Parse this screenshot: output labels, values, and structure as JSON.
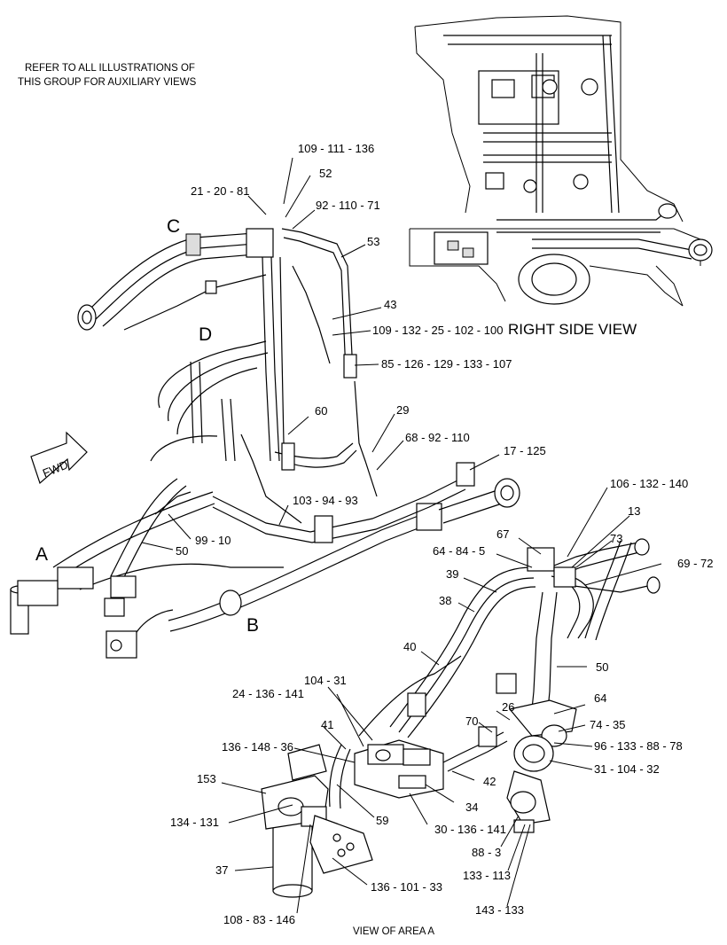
{
  "notes": {
    "refer_line1": "REFER TO ALL ILLUSTRATIONS OF",
    "refer_line2": "THIS GROUP FOR AUXILIARY VIEWS"
  },
  "views": {
    "right_side": "RIGHT SIDE VIEW",
    "area_a": "VIEW OF AREA A",
    "fwd": "FWD"
  },
  "letters": {
    "a": "A",
    "b": "B",
    "c": "C",
    "d": "D"
  },
  "callouts": [
    "109 - 111 - 136",
    "52",
    "21 - 20 - 81",
    "92 - 110 - 71",
    "53",
    "43",
    "109 - 132 - 25 - 102 - 100",
    "85 - 126 - 129 - 133 - 107",
    "60",
    "29",
    "68 - 92 - 110",
    "17 - 125",
    "103 - 94 - 93",
    "99 - 10",
    "50",
    "106 - 132 - 140",
    "13",
    "67",
    "73",
    "64 - 84 - 5",
    "69 - 72",
    "39",
    "38",
    "40",
    "50",
    "104 - 31",
    "24 - 136 - 141",
    "64",
    "26",
    "74 - 35",
    "70",
    "41",
    "136 - 148 - 36",
    "96 - 133 - 88 - 78",
    "31 - 104 - 32",
    "42",
    "153",
    "134 - 131",
    "59",
    "34",
    "30 - 136 - 141",
    "88 - 3",
    "37",
    "133 - 113",
    "136 - 101 - 33",
    "143 - 133",
    "108 - 83 - 146"
  ]
}
